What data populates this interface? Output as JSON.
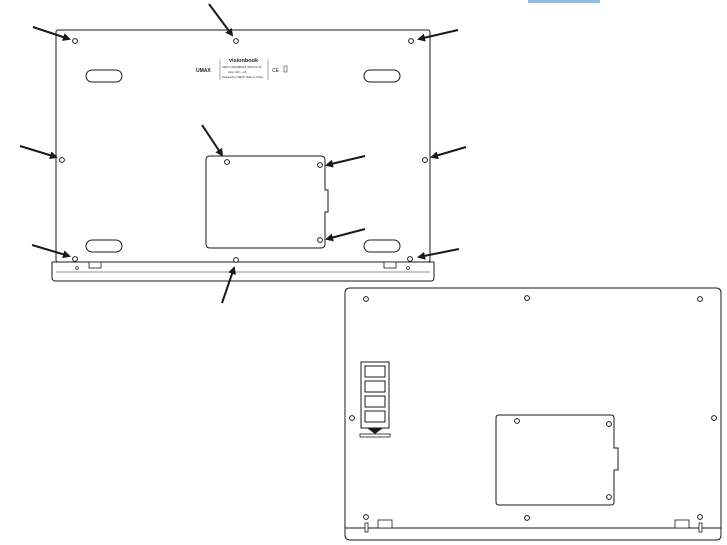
{
  "colors": {
    "outline": "#1a1a1a",
    "arrow": "#1a1a1a",
    "screw_hole": "#ffffff",
    "highlight_bar": "#8fbfe8",
    "background": "#ffffff"
  },
  "labels": {
    "brand_top": "visionbook",
    "brand_left": "UMAX",
    "cert_marks": "CE",
    "label_line_1": "UMAX VISIONBOOK 15WJ PLUS",
    "label_line_2": "Input: 12V ⎓ 2A",
    "label_line_3": "Designed by UMAX, Made in China"
  },
  "icons": {
    "arrow": "arrow-icon",
    "screw": "screw-hole-icon",
    "ram_module": "ram-module-icon"
  }
}
